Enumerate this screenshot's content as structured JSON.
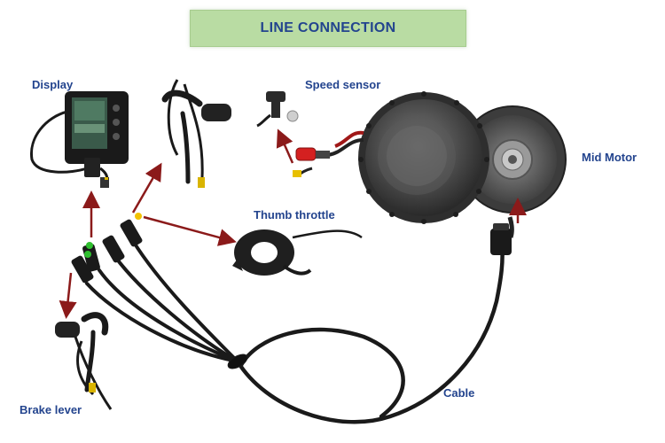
{
  "title": "LINE CONNECTION",
  "labels": {
    "display": "Display",
    "speed_sensor": "Speed sensor",
    "mid_motor": "Mid Motor",
    "thumb_throttle": "Thumb throttle",
    "cable": "Cable",
    "brake_lever": "Brake lever"
  },
  "colors": {
    "title_bg": "#b9dca3",
    "label_text": "#23448e",
    "arrow": "#8b1a1a",
    "cable": "#1a1a1a",
    "connector_green": "#2fbf2f",
    "connector_yellow": "#f2c200",
    "display_screen": "#3a5a4a"
  }
}
